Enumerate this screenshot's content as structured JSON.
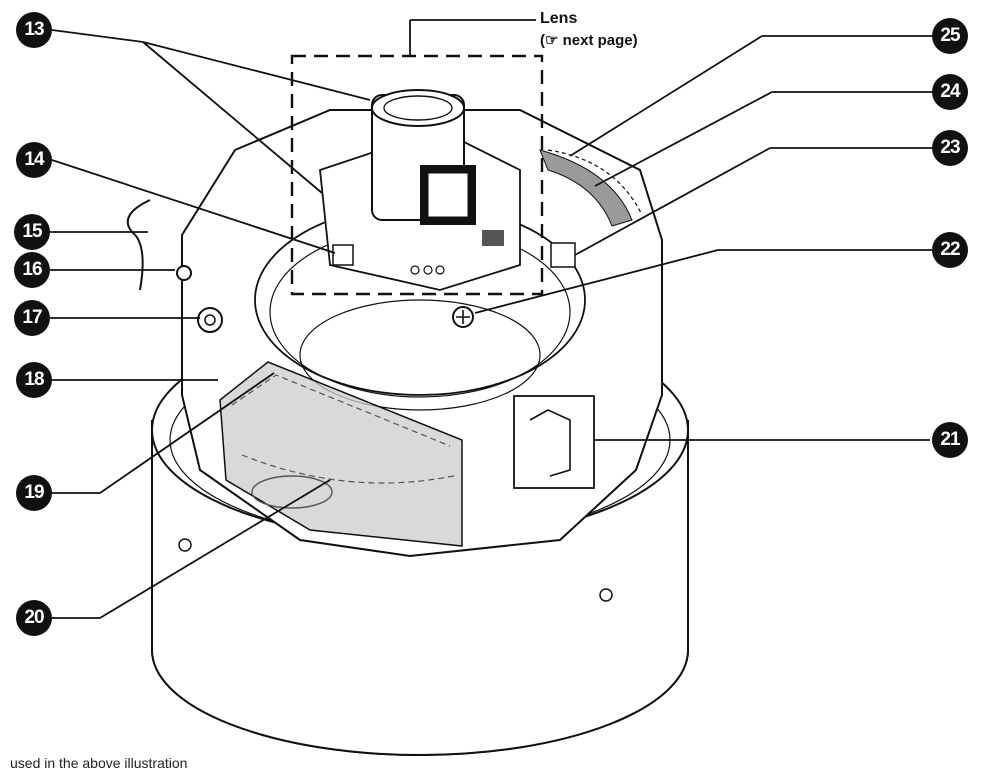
{
  "lens_label": {
    "title": "Lens",
    "ref": "(☞ next page)"
  },
  "caption": "used in the above illustration",
  "callouts": [
    "13",
    "14",
    "15",
    "16",
    "17",
    "18",
    "19",
    "20",
    "21",
    "22",
    "23",
    "24",
    "25"
  ]
}
